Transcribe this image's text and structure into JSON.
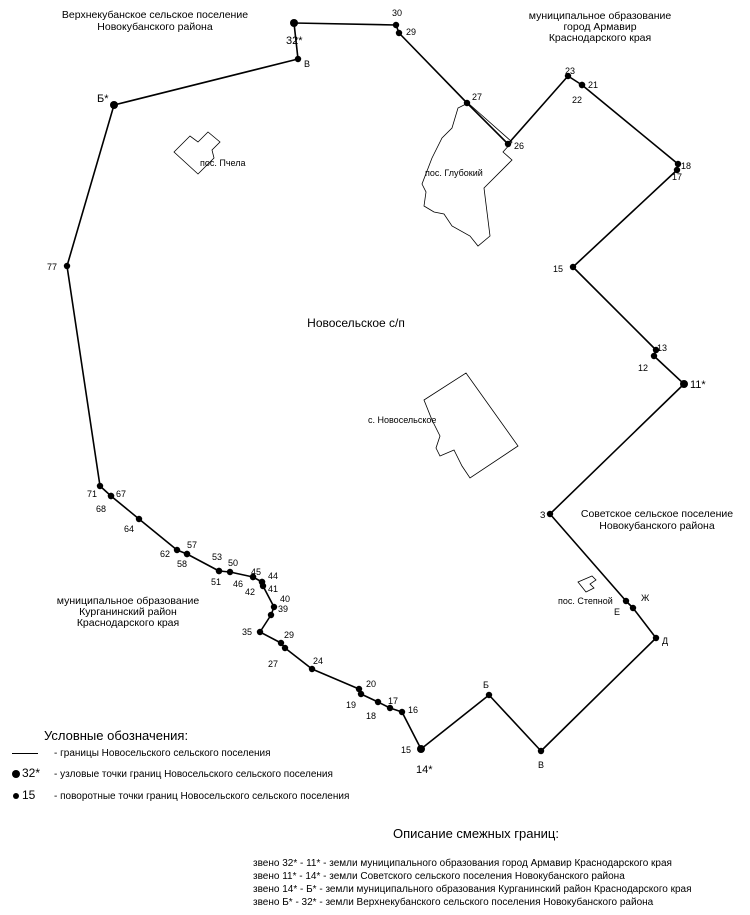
{
  "map": {
    "center_label": "Новосельское с/п",
    "regions": [
      {
        "lines": [
          "Верхнекубанское сельское поселение",
          "Новокубанского района"
        ]
      },
      {
        "lines": [
          "муниципальное образование",
          "город Армавир",
          "Краснодарского края"
        ]
      },
      {
        "lines": [
          "Советское сельское поселение",
          "Новокубанского района"
        ]
      },
      {
        "lines": [
          "муниципальное образование",
          "Курганинский район",
          "Краснодарского края"
        ]
      }
    ],
    "settlements": [
      "пос. Пчела",
      "пос. Глубокий",
      "с. Новосельское",
      "пос. Степной"
    ],
    "points": [
      {
        "id": "32*",
        "big": true
      },
      {
        "id": "В",
        "big": false
      },
      {
        "id": "30",
        "big": false
      },
      {
        "id": "29",
        "big": false
      },
      {
        "id": "27",
        "big": false
      },
      {
        "id": "26",
        "big": false
      },
      {
        "id": "23",
        "big": false
      },
      {
        "id": "22",
        "big": false
      },
      {
        "id": "21",
        "big": false
      },
      {
        "id": "18",
        "big": false
      },
      {
        "id": "17",
        "big": false
      },
      {
        "id": "15",
        "big": false
      },
      {
        "id": "13",
        "big": false
      },
      {
        "id": "12",
        "big": false
      },
      {
        "id": "11*",
        "big": true
      },
      {
        "id": "З",
        "big": false
      },
      {
        "id": "Ж",
        "big": false
      },
      {
        "id": "Е",
        "big": false
      },
      {
        "id": "Д",
        "big": false
      },
      {
        "id": "В",
        "big": false
      },
      {
        "id": "Б",
        "big": false
      },
      {
        "id": "14*",
        "big": true
      },
      {
        "id": "15",
        "big": false
      },
      {
        "id": "16",
        "big": false
      },
      {
        "id": "17",
        "big": false
      },
      {
        "id": "18",
        "big": false
      },
      {
        "id": "19",
        "big": false
      },
      {
        "id": "20",
        "big": false
      },
      {
        "id": "24",
        "big": false
      },
      {
        "id": "27",
        "big": false
      },
      {
        "id": "29",
        "big": false
      },
      {
        "id": "35",
        "big": false
      },
      {
        "id": "39",
        "big": false
      },
      {
        "id": "40",
        "big": false
      },
      {
        "id": "41",
        "big": false
      },
      {
        "id": "42",
        "big": false
      },
      {
        "id": "44",
        "big": false
      },
      {
        "id": "45",
        "big": false
      },
      {
        "id": "46",
        "big": false
      },
      {
        "id": "50",
        "big": false
      },
      {
        "id": "51",
        "big": false
      },
      {
        "id": "53",
        "big": false
      },
      {
        "id": "57",
        "big": false
      },
      {
        "id": "58",
        "big": false
      },
      {
        "id": "62",
        "big": false
      },
      {
        "id": "64",
        "big": false
      },
      {
        "id": "67",
        "big": false
      },
      {
        "id": "68",
        "big": false
      },
      {
        "id": "71",
        "big": false
      },
      {
        "id": "77",
        "big": false
      },
      {
        "id": "Б*",
        "big": true
      }
    ]
  },
  "legend": {
    "title": "Условные обозначения:",
    "line_text": "- границы Новосельского сельского поселения",
    "node_symbol": "32*",
    "node_text": "- узловые точки границ Новосельского сельского поселения",
    "turn_symbol": "15",
    "turn_text": "- поворотные точки границ Новосельского сельского поселения"
  },
  "adjacent": {
    "title": "Описание смежных границ:",
    "rows": [
      "звено  32*  -  11* - земли муниципального образования город Армавир Краснодарского края",
      "звено  11* -  14* - земли Советского сельского поселения Новокубанского района",
      "звено  14* -  Б* - земли муниципального образования Курганинский район Краснодарского края",
      "звено  Б* -  32* - земли Верхнекубанского сельского поселения Новокубанского района"
    ]
  },
  "colors": {
    "line": "#000000",
    "background": "#ffffff"
  }
}
